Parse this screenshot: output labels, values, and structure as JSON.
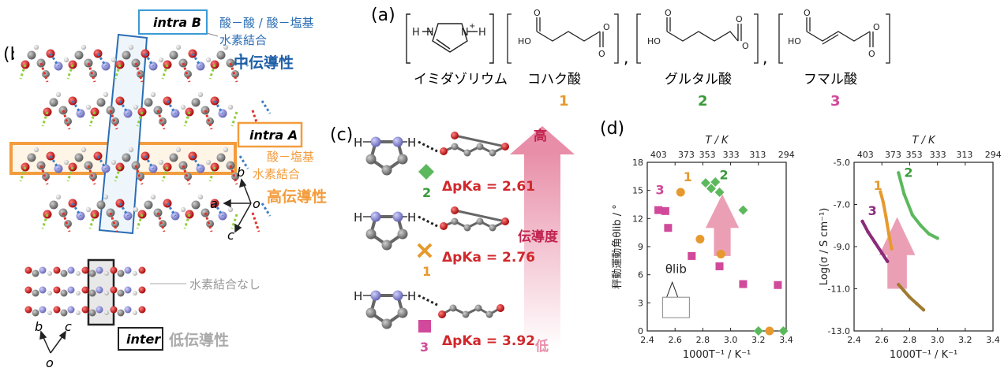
{
  "panels": {
    "a": "(a)",
    "b": "(b)",
    "c": "(c)",
    "d": "(d)"
  },
  "panel_a": {
    "imidazolium": "イミダゾリウム",
    "acids": [
      {
        "name": "コハク酸",
        "num": "1",
        "color": "#e69a2e"
      },
      {
        "name": "グルタル酸",
        "num": "2",
        "color": "#3a9a3a"
      },
      {
        "name": "フマル酸",
        "num": "3",
        "color": "#d1499b"
      }
    ],
    "comma": ","
  },
  "panel_b": {
    "intra_b": "intra B",
    "intra_b_desc1": "酸－酸 / 酸－塩基",
    "intra_b_desc2": "水素結合",
    "intra_b_cond": "中伝導性",
    "intra_a": "intra A",
    "intra_a_desc1": "酸－塩基",
    "intra_a_desc2": "水素結合",
    "intra_a_cond": "高伝導性",
    "inter": "inter",
    "inter_cond": "低伝導性",
    "no_hbond": "水素結合なし",
    "axes": {
      "a": "a",
      "b": "b",
      "c": "c",
      "o": "o"
    },
    "axes2": {
      "b": "b",
      "c": "c",
      "o": "o"
    }
  },
  "panel_c": {
    "rows": [
      {
        "symbol": "diamond",
        "num": "2",
        "dpka": "ΔpKa = 2.61",
        "color": "#5cb85c"
      },
      {
        "symbol": "cross",
        "num": "1",
        "dpka": "ΔpKa = 2.76",
        "color": "#e69a2e"
      },
      {
        "symbol": "square",
        "num": "3",
        "dpka": "ΔpKa = 3.92",
        "color": "#d1499b"
      }
    ],
    "high": "高",
    "low": "低",
    "conductivity": "伝導度"
  },
  "chart_data": [
    {
      "type": "scatter",
      "xlabel": "1000T⁻¹ / K⁻¹",
      "ylabel": "秤動運動角θlib / °",
      "top_axis_label": "T / K",
      "top_ticks": [
        "403",
        "373",
        "353",
        "333",
        "313",
        "294"
      ],
      "xlim": [
        2.4,
        3.4
      ],
      "ylim": [
        0,
        18
      ],
      "xticks": [
        "2.4",
        "2.6",
        "2.8",
        "3.0",
        "3.2",
        "3.4"
      ],
      "yticks": [
        "0",
        "3",
        "6",
        "9",
        "12",
        "15",
        "18"
      ],
      "annotation": "θlib",
      "series": [
        {
          "name": "1",
          "color": "#e69a2e",
          "marker": "circle",
          "points": [
            [
              2.64,
              14.8
            ],
            [
              2.78,
              9.8
            ],
            [
              2.93,
              8.2
            ],
            [
              3.28,
              0.0
            ]
          ]
        },
        {
          "name": "2",
          "color": "#5cb85c",
          "marker": "diamond",
          "points": [
            [
              2.82,
              15.8
            ],
            [
              2.86,
              15.2
            ],
            [
              2.89,
              15.9
            ],
            [
              2.92,
              14.8
            ],
            [
              3.09,
              12.9
            ],
            [
              3.2,
              0.0
            ],
            [
              3.38,
              0.0
            ]
          ]
        },
        {
          "name": "3",
          "color": "#d1499b",
          "marker": "square",
          "points": [
            [
              2.48,
              12.9
            ],
            [
              2.53,
              12.8
            ],
            [
              2.55,
              11.0
            ],
            [
              2.72,
              8.0
            ],
            [
              2.92,
              6.9
            ],
            [
              3.09,
              5.0
            ],
            [
              3.34,
              4.9
            ]
          ]
        }
      ]
    },
    {
      "type": "line",
      "xlabel": "1000T⁻¹ / K⁻¹",
      "ylabel": "Log(σ / S cm⁻¹)",
      "top_axis_label": "T / K",
      "top_ticks": [
        "403",
        "373",
        "353",
        "333",
        "313",
        "294"
      ],
      "xlim": [
        2.4,
        3.4
      ],
      "ylim": [
        -13,
        -5
      ],
      "xticks": [
        "2.4",
        "2.6",
        "2.8",
        "3.0",
        "3.2",
        "3.4"
      ],
      "yticks": [
        "-5.0",
        "-7.0",
        "-9.0",
        "-11.0",
        "-13.0"
      ],
      "series": [
        {
          "name": "1",
          "color": "#e69a2e",
          "x": [
            2.59,
            2.61,
            2.63,
            2.65,
            2.67
          ],
          "y": [
            -6.4,
            -6.9,
            -7.6,
            -8.4,
            -9.1
          ]
        },
        {
          "name": "2",
          "color": "#5cb85c",
          "x": [
            2.72,
            2.76,
            2.82,
            2.88,
            2.94,
            3.0
          ],
          "y": [
            -5.5,
            -6.5,
            -7.5,
            -8.0,
            -8.4,
            -8.6
          ]
        },
        {
          "name": "3",
          "color": "#8b2a7a",
          "x": [
            2.46,
            2.5,
            2.55,
            2.6,
            2.64
          ],
          "y": [
            -7.8,
            -8.3,
            -8.8,
            -9.3,
            -9.7
          ]
        },
        {
          "name": "",
          "color": "#a07a30",
          "x": [
            2.72,
            2.76,
            2.8,
            2.85,
            2.9
          ],
          "y": [
            -10.8,
            -11.1,
            -11.4,
            -11.7,
            -12.0
          ]
        }
      ]
    }
  ]
}
